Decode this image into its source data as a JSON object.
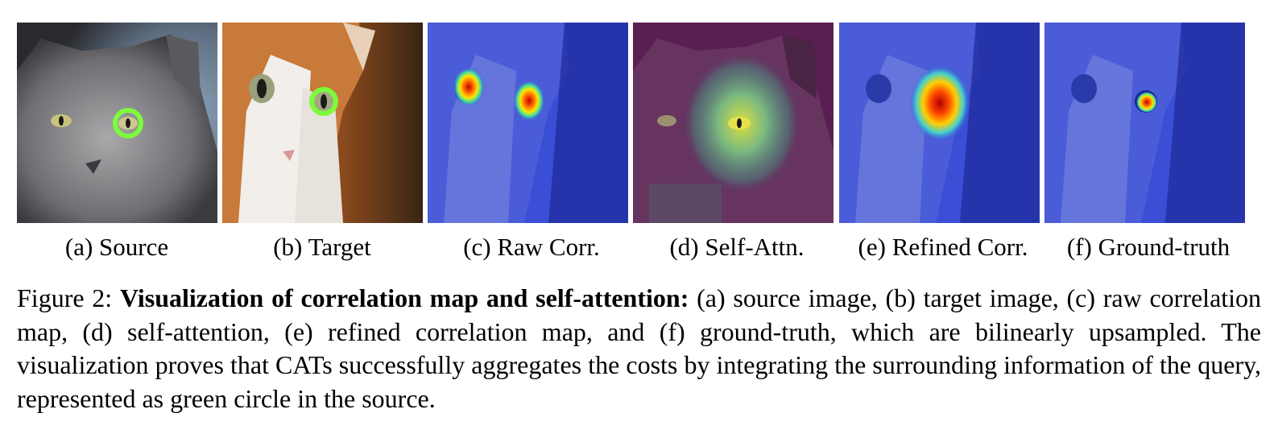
{
  "panels": [
    {
      "id": "a",
      "caption": "(a) Source"
    },
    {
      "id": "b",
      "caption": "(b) Target"
    },
    {
      "id": "c",
      "caption": "(c) Raw Corr."
    },
    {
      "id": "d",
      "caption": "(d) Self-Attn."
    },
    {
      "id": "e",
      "caption": "(e) Refined Corr."
    },
    {
      "id": "f",
      "caption": "(f) Ground-truth"
    }
  ],
  "figure": {
    "label": "Figure 2:",
    "title": "Visualization of correlation map and self-attention:",
    "body": "(a) source image, (b) target image, (c) raw correlation map, (d) self-attention, (e) refined correlation map, and (f) ground-truth, which are bilinearly upsampled. The visualization proves that CATs successfully aggregates the costs by integrating the surrounding information of the query, represented as green circle in the source."
  },
  "colors": {
    "query_marker": "#7CFC3A",
    "overlay_blue": "#3a4fd6",
    "overlay_purple": "#5a1f52"
  }
}
